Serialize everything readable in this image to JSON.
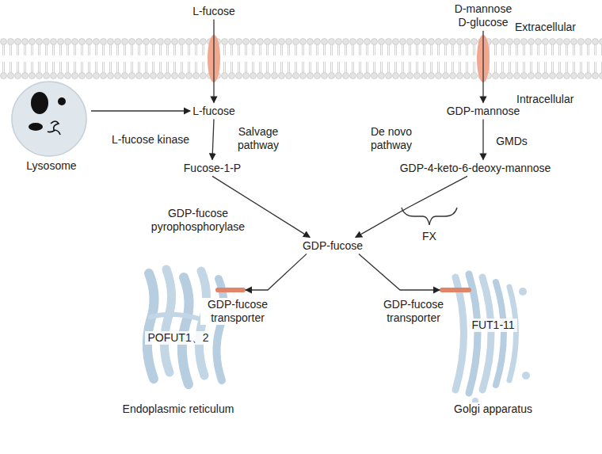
{
  "diagram": {
    "nodes": [
      {
        "text": [
          "L-fucose"
        ]
      },
      {
        "text": [
          "D-mannose D-glucose"
        ]
      },
      {
        "text": [
          "Lysosome"
        ]
      },
      {
        "text": [
          "L-fucose"
        ]
      },
      {
        "text": [
          "GDP-mannose"
        ]
      },
      {
        "text": [
          "Fucose-1-P"
        ]
      },
      {
        "text": [
          "GDP-4-keto-6-deoxy-mannose"
        ]
      },
      {
        "text": [
          "GDP-fucose"
        ]
      },
      {
        "text": [
          "POFUT1、2",
          "Endoplasmic reticulum"
        ]
      },
      {
        "text": [
          "FUT1-11",
          "Golgi apparatus"
        ]
      }
    ],
    "edges": [
      {
        "from": 0,
        "to": 3,
        "arrow": "to"
      },
      {
        "from": 1,
        "to": 4,
        "arrow": "to"
      },
      {
        "from": 2,
        "to": 3,
        "arrow": "to"
      },
      {
        "from": 3,
        "to": 5,
        "label": "L-fucose kinase",
        "arrow": "to"
      },
      {
        "from": 4,
        "to": 6,
        "label": "GMDs",
        "arrow": "to"
      },
      {
        "from": 5,
        "to": 7,
        "label": "GDP-fucose pyrophosphorylase",
        "arrow": "to"
      },
      {
        "from": 6,
        "to": 7,
        "label": "FX",
        "arrow": "to"
      },
      {
        "from": 7,
        "to": 8,
        "label": "GDP-fucose transporter",
        "arrow": "to"
      },
      {
        "from": 7,
        "to": 9,
        "label": "GDP-fucose transporter",
        "arrow": "to"
      }
    ],
    "labels": [
      "Extracellular",
      "Intracellular",
      "Salvage pathway",
      "De novo pathway"
    ]
  }
}
